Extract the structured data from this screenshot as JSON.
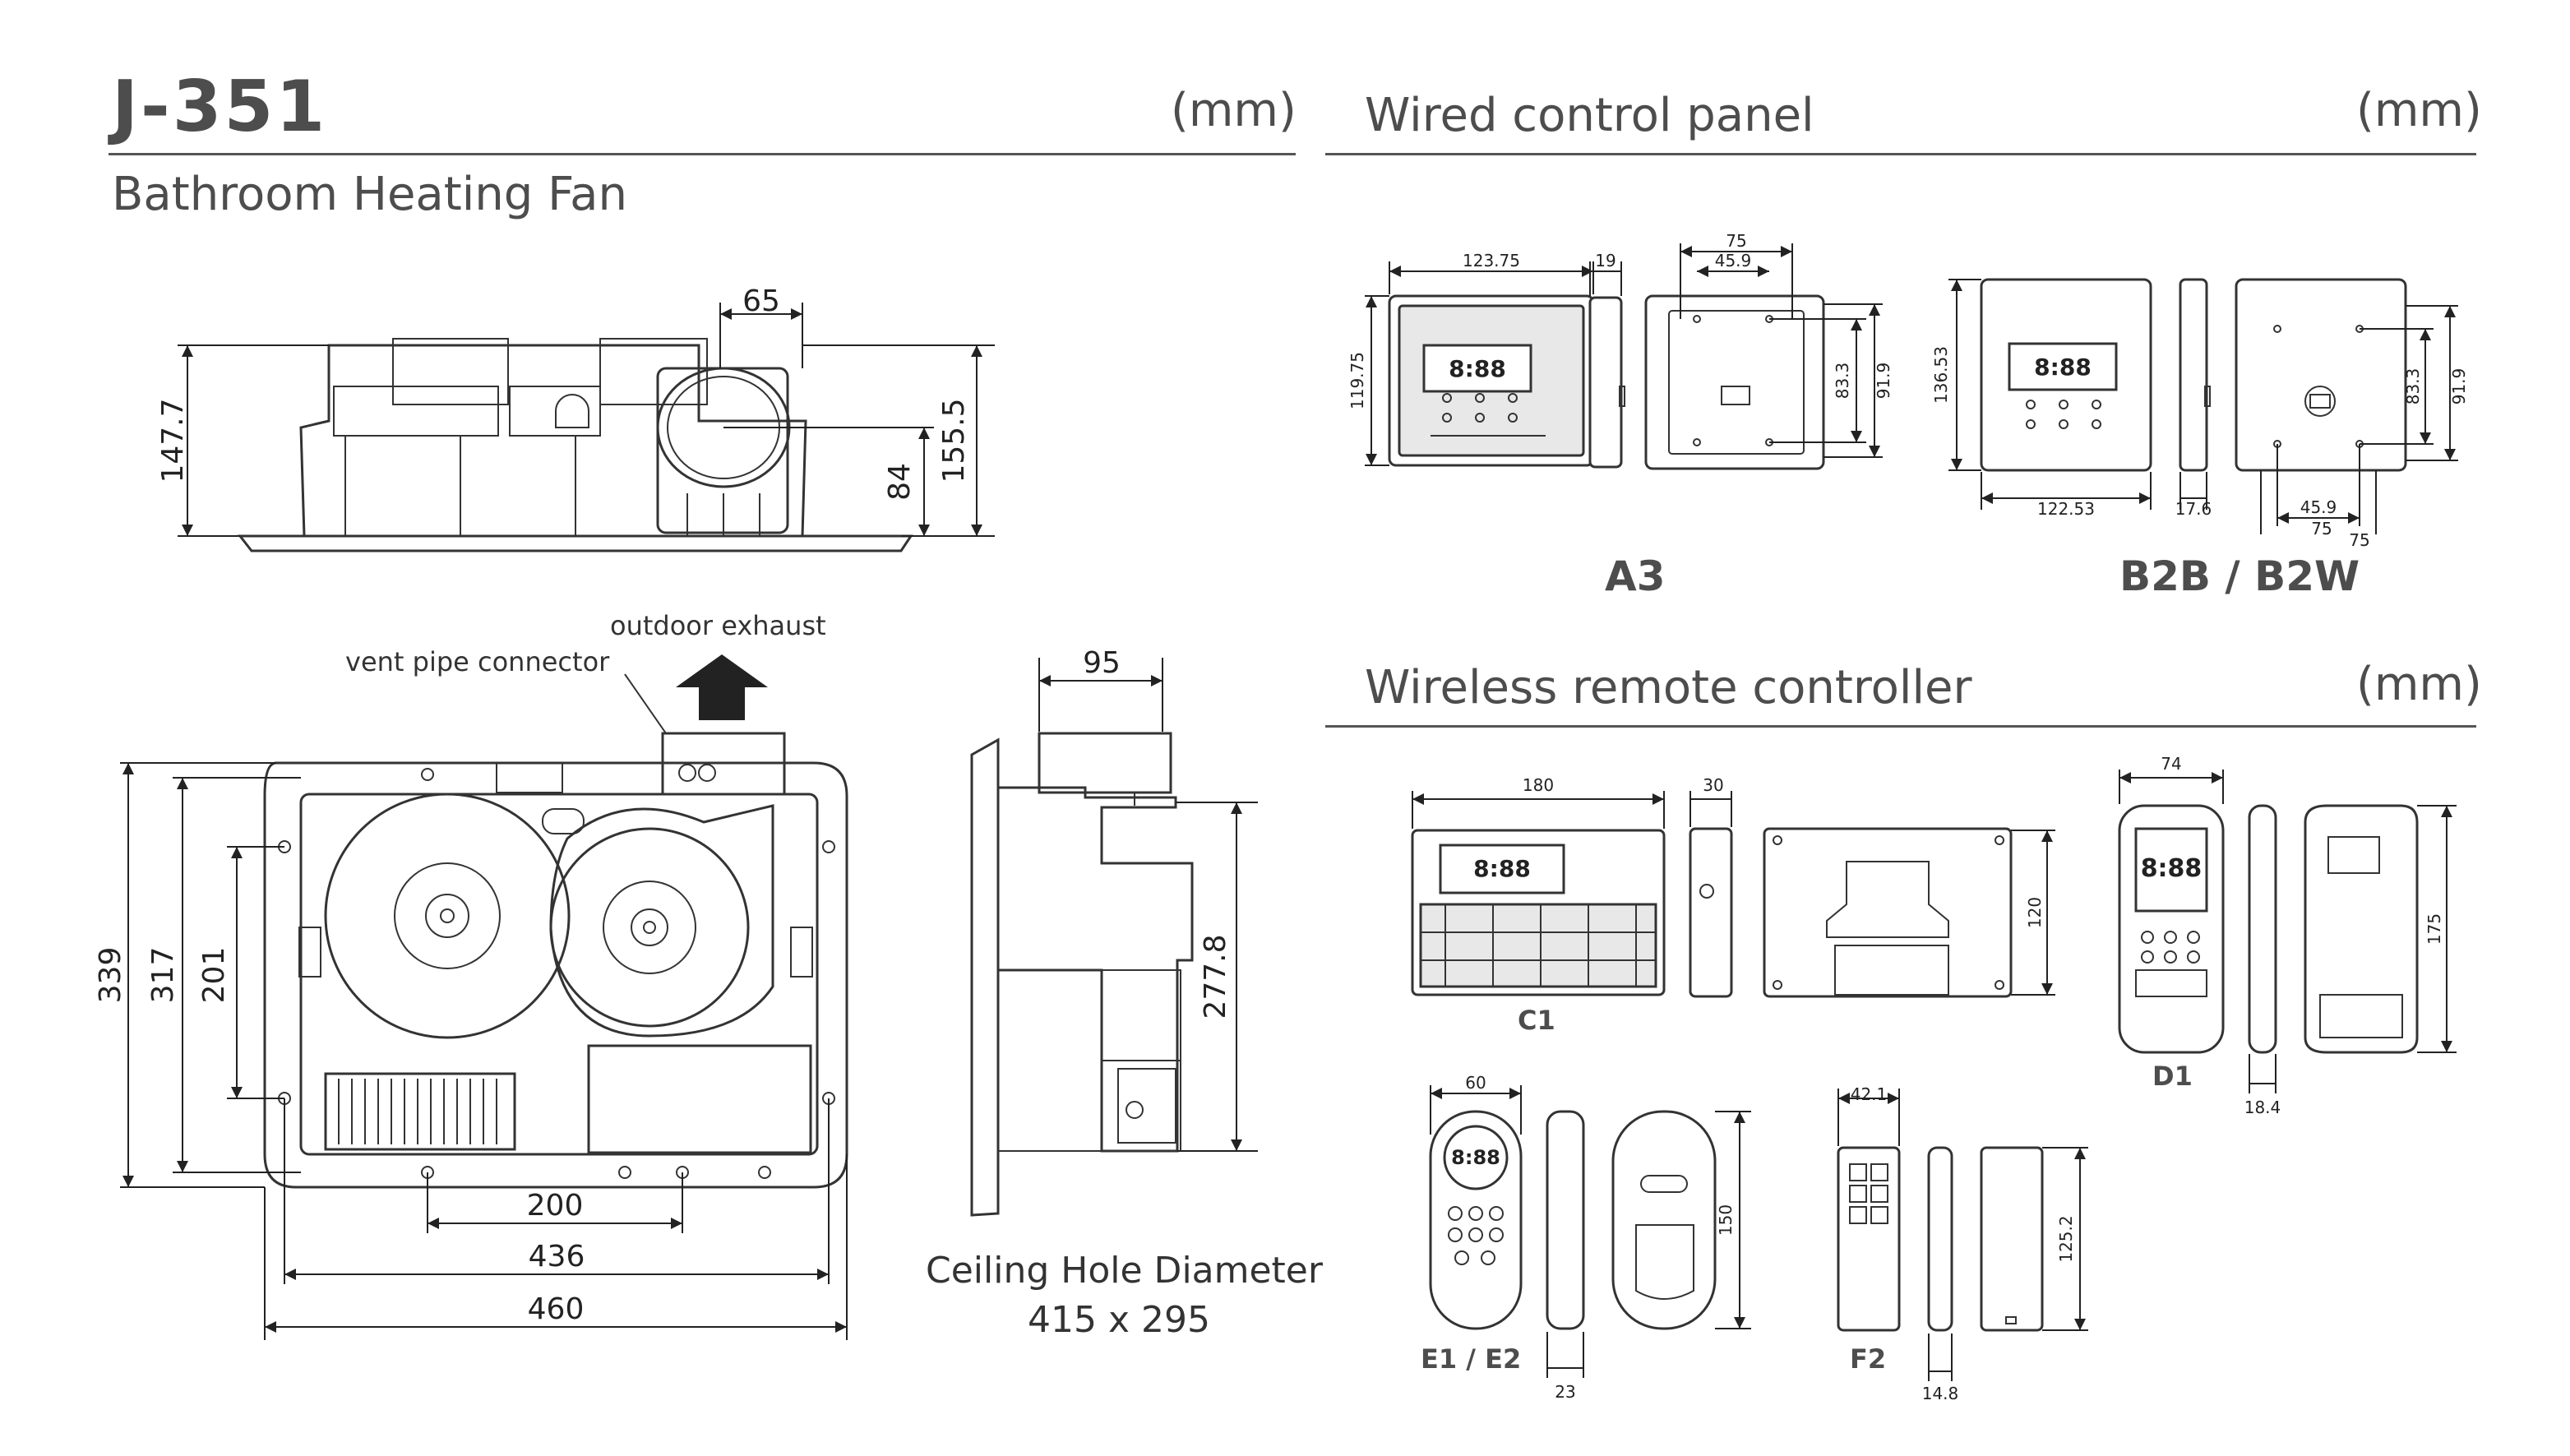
{
  "left": {
    "model_code": "J-351",
    "unit": "(mm)",
    "product_name": "Bathroom Heating Fan",
    "labels": {
      "outdoor_exhaust": "outdoor exhaust",
      "vent_pipe_connector": "vent pipe connector",
      "ceiling_hole_title": "Ceiling Hole Diameter",
      "ceiling_hole_value": "415 x 295"
    },
    "dims": {
      "top_width": "65",
      "top_height_left": "147.7",
      "top_height_mid": "84",
      "top_height_right": "155.5",
      "front_339": "339",
      "front_317": "317",
      "front_201": "201",
      "front_200": "200",
      "front_436": "436",
      "front_460": "460",
      "side_95": "95",
      "side_277": "277.8"
    }
  },
  "wired": {
    "title": "Wired control panel",
    "unit": "(mm)",
    "a3_label": "A3",
    "b2_label": "B2B / B2W",
    "a3_dims": {
      "w": "123.75",
      "d": "19",
      "h": "119.75",
      "bw": "75",
      "bw2": "45.9",
      "bh1": "83.3",
      "bh2": "91.9"
    },
    "b2_dims": {
      "w": "122.53",
      "d": "17.6",
      "h": "136.53",
      "bw": "75",
      "bw_b": "75",
      "bw2": "45.9",
      "bh1": "83.3",
      "bh2": "91.9"
    }
  },
  "wireless": {
    "title": "Wireless remote controller",
    "unit": "(mm)",
    "c1_label": "C1",
    "d1_label": "D1",
    "e_label": "E1 / E2",
    "f2_label": "F2",
    "c1_dims": {
      "w": "180",
      "d": "30",
      "h": "120"
    },
    "d1_dims": {
      "w": "74",
      "h": "175",
      "d": "18.4"
    },
    "e_dims": {
      "w": "60",
      "h": "150",
      "d": "23"
    },
    "f2_dims": {
      "w": "42.1",
      "h": "125.2",
      "d": "14.8"
    },
    "screen_digits": "8:88"
  }
}
